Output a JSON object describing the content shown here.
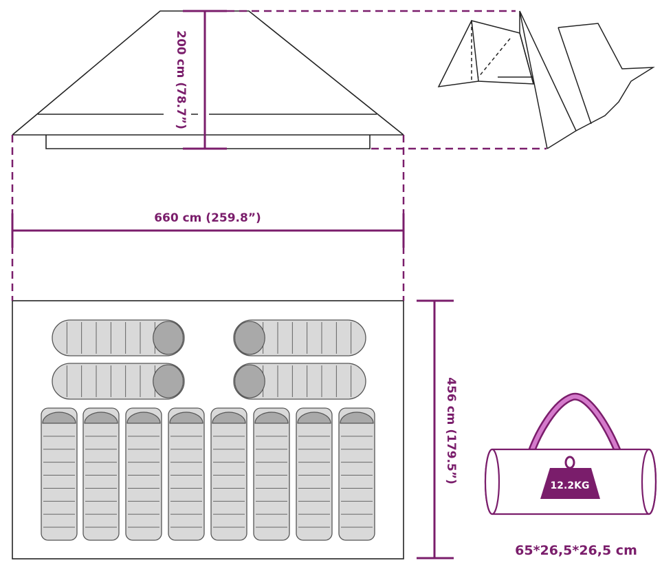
{
  "labels": {
    "height": "200 cm (78.7”)",
    "width": "660 cm (259.8”)",
    "depth": "456 cm (179.5”)",
    "bag_size": "65*26,5*26,5 cm",
    "weight": "12.2KG"
  },
  "colors": {
    "accent": "#7a1d6b",
    "handle": "#c060b8",
    "line": "#222222",
    "bag_fill": "#d9d9d9",
    "bag_line": "#555555"
  },
  "icons": [
    "tent-front-icon",
    "tent-3d-icon",
    "sleeping-bag-icon",
    "weight-icon",
    "carry-bag-icon"
  ]
}
